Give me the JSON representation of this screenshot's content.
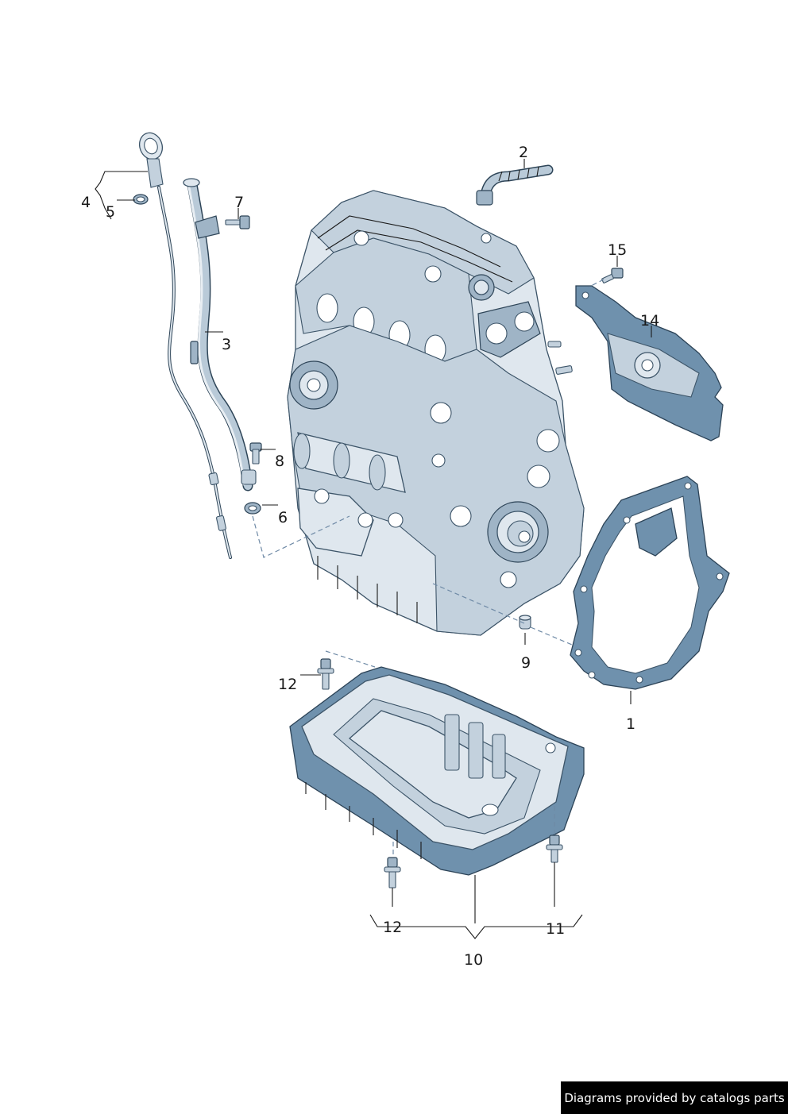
{
  "callouts": {
    "c1": "1",
    "c2": "2",
    "c3": "3",
    "c4": "4",
    "c5": "5",
    "c6": "6",
    "c7": "7",
    "c8": "8",
    "c9": "9",
    "c10": "10",
    "c11": "11",
    "c12a": "12",
    "c12b": "12",
    "c14": "14",
    "c15": "15"
  },
  "credit": "Diagrams provided by catalogs parts",
  "colors": {
    "line": "#1a1a1a",
    "metal_light": "#dfe7ee",
    "metal_blue": "#6f91ad",
    "outline": "#2e4558",
    "credit_bg": "#000000"
  }
}
